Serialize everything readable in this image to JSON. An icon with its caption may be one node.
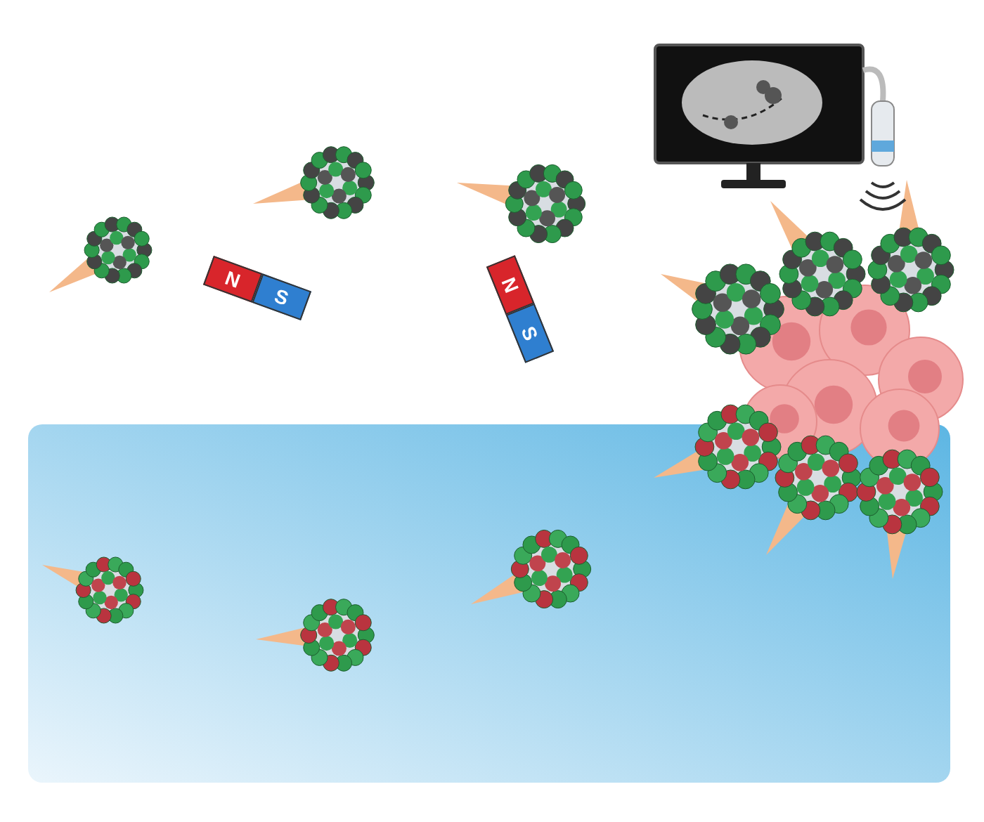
{
  "diagram": {
    "labels": [
      "N",
      "S",
      "N",
      "S"
    ]
  }
}
